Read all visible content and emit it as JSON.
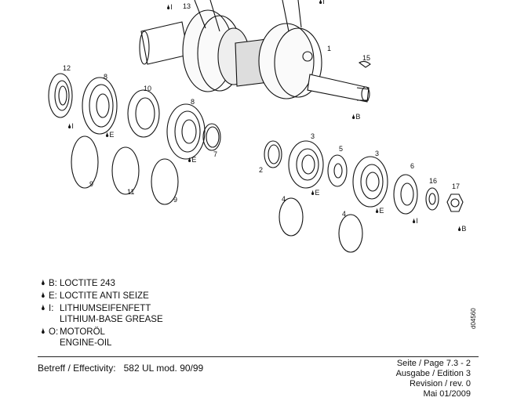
{
  "figure": {
    "callouts": {
      "c1": "1",
      "c2": "2",
      "c3a": "3",
      "c3b": "3",
      "c4a": "4",
      "c4b": "4",
      "c5": "5",
      "c6": "6",
      "c7": "7",
      "c8a": "8",
      "c8b": "8",
      "c9a": "9",
      "c9b": "9",
      "c10": "10",
      "c11": "11",
      "c12": "12",
      "c13": "13",
      "c15": "15",
      "c16": "16",
      "c17": "17"
    },
    "markers": {
      "m_top_i": "I",
      "m_top_right_i": "I",
      "m_12_i": "I",
      "m_8_e": "E",
      "m_8b_e": "E",
      "m_1_b": "B",
      "m_3_e": "E",
      "m_3b_e": "E",
      "m_6_i": "I",
      "m_17_b": "B"
    },
    "figure_id": "d04560"
  },
  "legend": [
    {
      "code": "B:",
      "lines": [
        "LOCTITE 243"
      ]
    },
    {
      "code": "E:",
      "lines": [
        "LOCTITE ANTI SEIZE"
      ]
    },
    {
      "code": "I:",
      "lines": [
        "LITHIUMSEIFENFETT",
        "LITHIUM-BASE GREASE"
      ]
    },
    {
      "code": "O:",
      "lines": [
        "MOTORÖL",
        "ENGINE-OIL"
      ]
    }
  ],
  "footer": {
    "effectivity_label": "Betreff / Effectivity:",
    "effectivity_value": "582 UL mod. 90/99",
    "page": "Seite / Page 7.3 - 2",
    "edition": "Ausgabe / Edition 3",
    "revision": "Revision / rev. 0",
    "date": "Mai 01/2009"
  }
}
